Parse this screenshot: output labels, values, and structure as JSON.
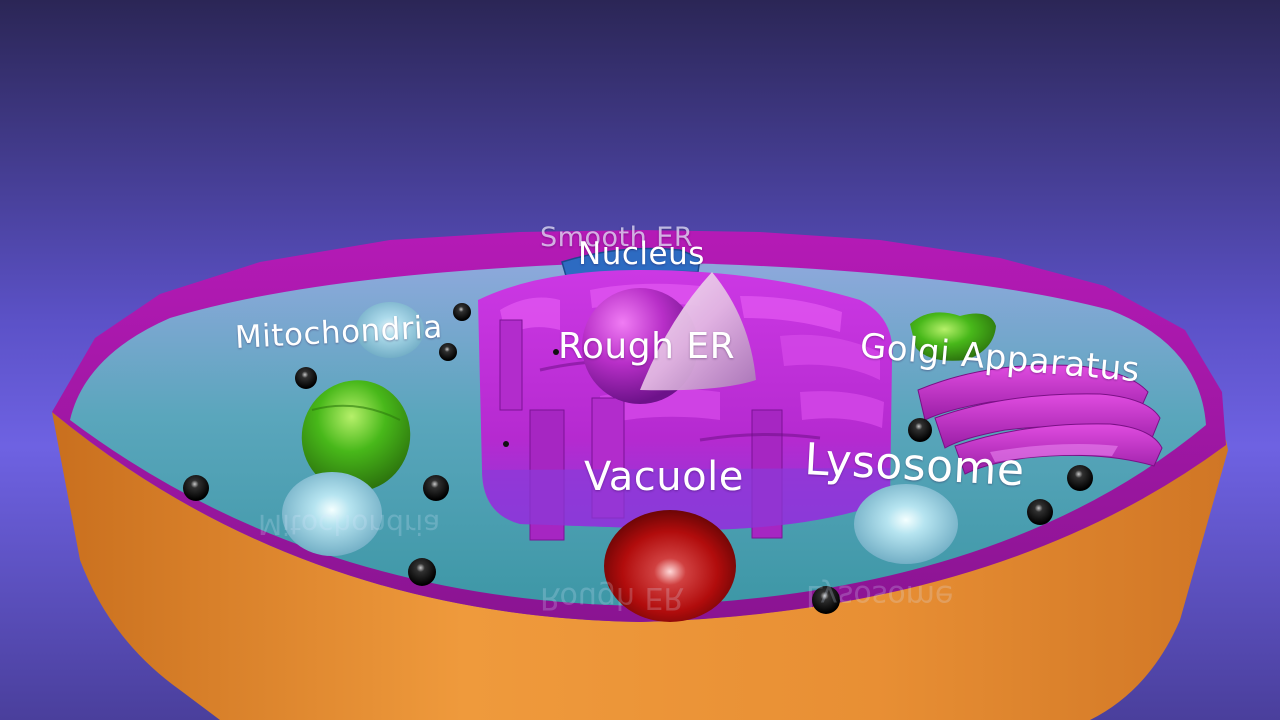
{
  "labels": {
    "smooth_er": "Smooth ER",
    "nucleus": "Nucleus",
    "mitochondria": "Mitochondria",
    "rough_er": "Rough ER",
    "golgi": "Golgi Apparatus",
    "vacuole": "Vacuole",
    "lysosome": "Lysosome"
  },
  "colors": {
    "background_top": "#2e2a5c",
    "background_mid": "#6e62e2",
    "membrane_rim": "#b418b4",
    "cytoplasm": "#4fa4b4",
    "cell_wall_exterior": "#e88f34",
    "rough_er": "#c22bd9",
    "nucleus": "#b82fc8",
    "mitochondria": "#48b81a",
    "lysosome": "#8cc6d8",
    "vacuole": "#b10c0c",
    "smooth_er": "#2d6bc2",
    "ribosome": "#0a0a0a"
  }
}
